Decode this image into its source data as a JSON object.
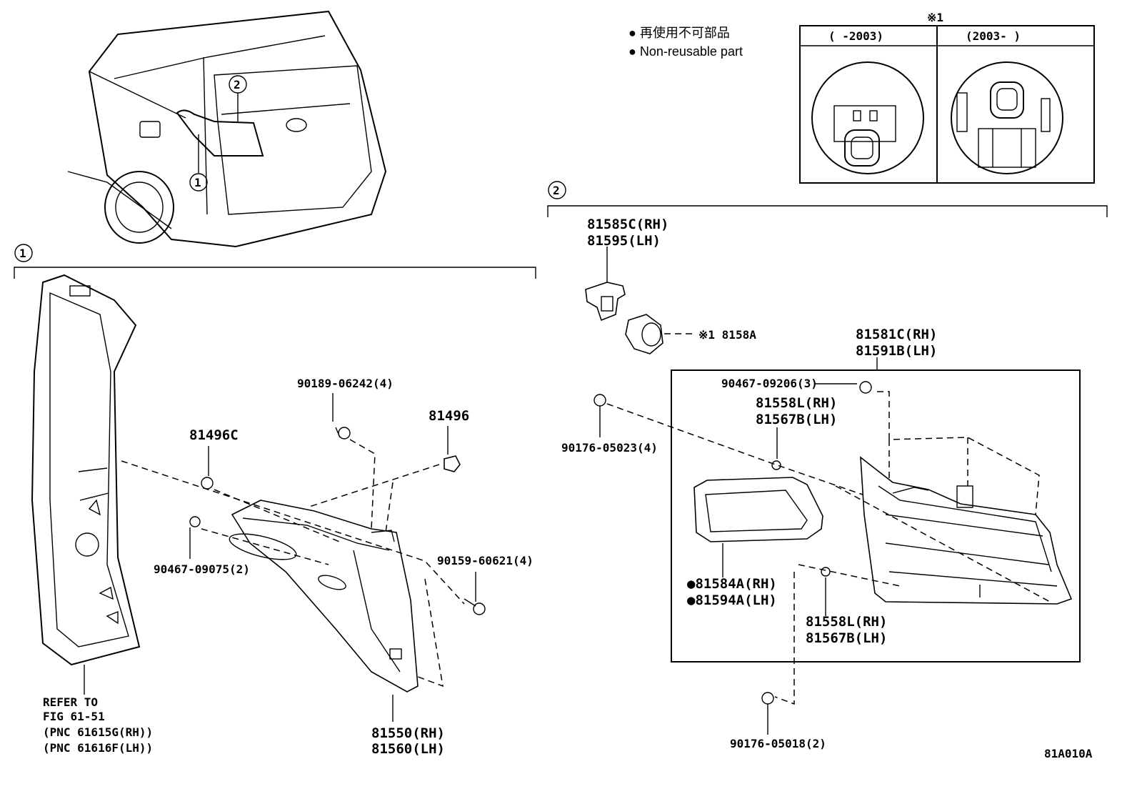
{
  "legend": {
    "line1": "● 再使用不可部品",
    "line2": "● Non-reusable part"
  },
  "inset": {
    "mark": "※1",
    "col1": "(      -2003)",
    "col2": "(2003-      )"
  },
  "sections": {
    "s1": "1",
    "s2": "2"
  },
  "overview_callouts": {
    "c1": "1",
    "c2": "2"
  },
  "labels": {
    "p81585": "81585C(RH)",
    "p81595": "81595(LH)",
    "p8158a": "※1 8158A",
    "p81581": "81581C(RH)",
    "p81591": "81591B(LH)",
    "p90467_09206": "90467-09206(3)",
    "p81558a": "81558L(RH)",
    "p81567a": "81567B(LH)",
    "p90176_05023": "90176-05023(4)",
    "p81584": "●81584A(RH)",
    "p81594": "●81594A(LH)",
    "p81558b": "81558L(RH)",
    "p81567b": "81567B(LH)",
    "p90176_05018": "90176-05018(2)",
    "p90189": "90189-06242(4)",
    "p81496": "81496",
    "p81496c": "81496C",
    "p90467_09075": "90467-09075(2)",
    "p90159": "90159-60621(4)",
    "p81550": "81550(RH)",
    "p81560": "81560(LH)",
    "refer1": "REFER TO",
    "refer2": "FIG 61-51",
    "refer3": "(PNC 61615G(RH))",
    "refer4": "(PNC 61616F(LH))",
    "figcode": "81A010A"
  }
}
